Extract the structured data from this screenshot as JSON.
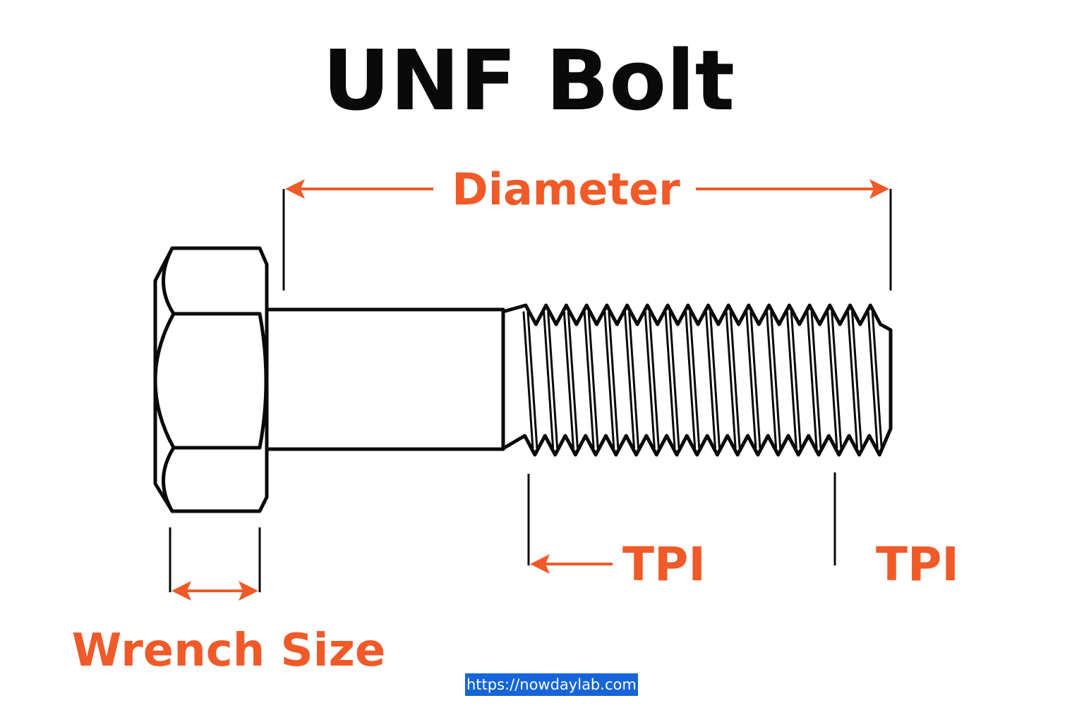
{
  "title": "UNF Bolt",
  "labels": {
    "diameter": "Diameter",
    "tpi_left": "TPI",
    "tpi_right": "TPI",
    "wrench_size": "Wrench Size"
  },
  "watermark_url": "https://nowdaylab.com",
  "colors": {
    "label": "#f05a28",
    "outline": "#0a0a0a",
    "url_highlight": "#1565d8",
    "background": "#ffffff"
  },
  "thread_count": 18
}
